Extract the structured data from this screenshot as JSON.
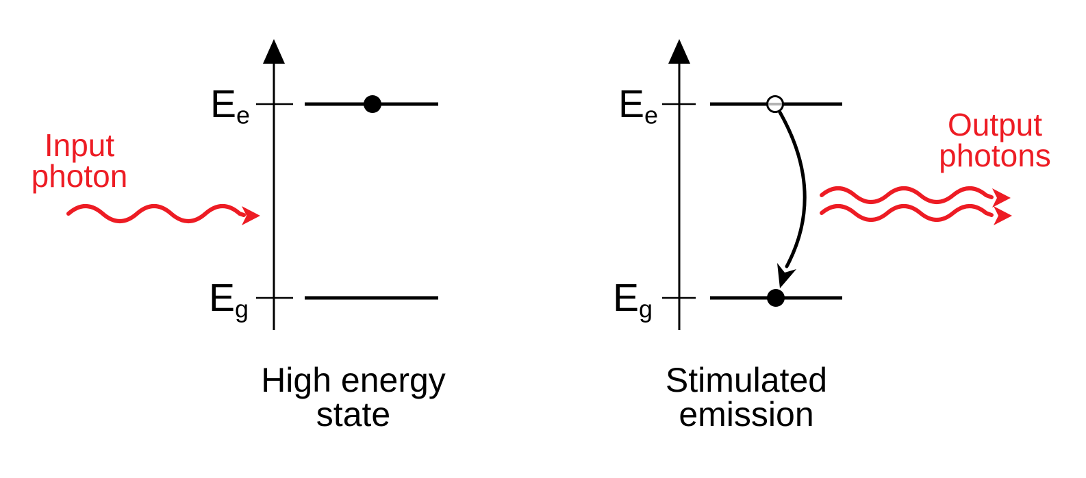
{
  "colors": {
    "ink": "#000000",
    "photon_red": "#ED1C24",
    "background": "#FFFFFF"
  },
  "left_panel": {
    "caption": {
      "line1": "High energy",
      "line2": "state"
    },
    "upper_level_label": {
      "symbol": "E",
      "subscript": "e"
    },
    "lower_level_label": {
      "symbol": "E",
      "subscript": "g"
    },
    "photon_label": {
      "line1": "Input",
      "line2": "photon"
    }
  },
  "right_panel": {
    "caption": {
      "line1": "Stimulated",
      "line2": "emission"
    },
    "upper_level_label": {
      "symbol": "E",
      "subscript": "e"
    },
    "lower_level_label": {
      "symbol": "E",
      "subscript": "g"
    },
    "photon_label": {
      "line1": "Output",
      "line2": "photons"
    }
  }
}
